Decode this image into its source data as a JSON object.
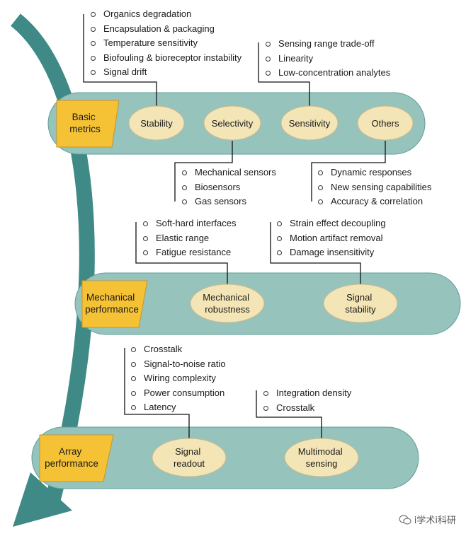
{
  "colors": {
    "arrow": "#3f8a86",
    "band": "#97c3bd",
    "band_border": "#5f9f99",
    "badge": "#f5c236",
    "badge_border": "#c7962a",
    "node": "#f3e5b6",
    "node_border": "#c9b98c",
    "connector": "#111111"
  },
  "categories": {
    "basic": [
      "Basic",
      "metrics"
    ],
    "mechanical": [
      "Mechanical",
      "performance"
    ],
    "array": [
      "Array",
      "performance"
    ]
  },
  "nodes": {
    "stability": [
      "Stability"
    ],
    "selectivity": [
      "Selectivity"
    ],
    "sensitivity": [
      "Sensitivity"
    ],
    "others": [
      "Others"
    ],
    "mech_robustness": [
      "Mechanical",
      "robustness"
    ],
    "signal_stability": [
      "Signal",
      "stability"
    ],
    "signal_readout": [
      "Signal",
      "readout"
    ],
    "multimodal": [
      "Multimodal",
      "sensing"
    ]
  },
  "lists": {
    "stability": [
      "Organics degradation",
      "Encapsulation & packaging",
      "Temperature sensitivity",
      "Biofouling & bioreceptor instability",
      "Signal drift"
    ],
    "sensitivity": [
      "Sensing range trade-off",
      "Linearity",
      "Low-concentration analytes"
    ],
    "selectivity": [
      "Mechanical sensors",
      "Biosensors",
      "Gas sensors"
    ],
    "others": [
      "Dynamic responses",
      "New sensing capabilities",
      "Accuracy & correlation"
    ],
    "mech_robustness": [
      "Soft-hard interfaces",
      "Elastic range",
      "Fatigue resistance"
    ],
    "signal_stability": [
      "Strain effect decoupling",
      "Motion artifact removal",
      "Damage insensitivity"
    ],
    "signal_readout": [
      "Crosstalk",
      "Signal-to-noise ratio",
      "Wiring complexity",
      "Power consumption",
      "Latency"
    ],
    "multimodal": [
      "Integration density",
      "Crosstalk"
    ]
  },
  "watermark": "i学术i科研",
  "watermark_icon": "wechat-icon"
}
